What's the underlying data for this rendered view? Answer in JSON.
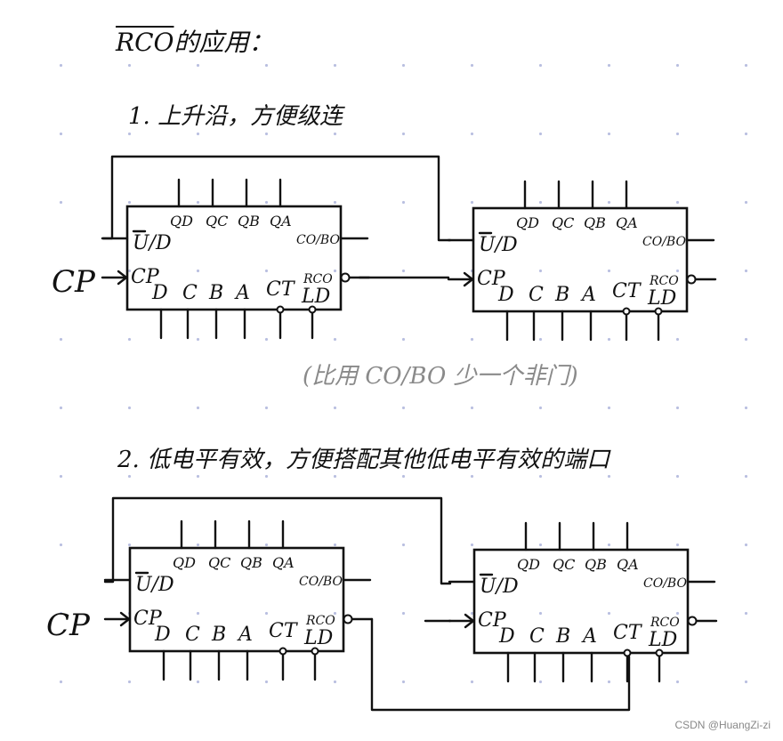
{
  "title_main": "的应用：",
  "title_prefix": "RCO",
  "section1": "1. 上升沿，方便级连",
  "section2": "2. 低电平有效，方便搭配其他低电平有效的端口",
  "note": "(比用 CO/BO 少一个非门)",
  "cp_label": "CP",
  "watermark": "CSDN @HuangZi-zi",
  "chip_labels": {
    "ud": "U/D",
    "qd": "QD",
    "qc": "QC",
    "qb": "QB",
    "qa": "QA",
    "cobo": "CO/BO",
    "cp": "CP",
    "d": "D",
    "c": "C",
    "b": "B",
    "a": "A",
    "ct": "CT",
    "rco": "RCO",
    "ld": "LD"
  },
  "colors": {
    "ink": "#111111",
    "note": "#8a8a8a",
    "dots": "#b9bfe0"
  }
}
